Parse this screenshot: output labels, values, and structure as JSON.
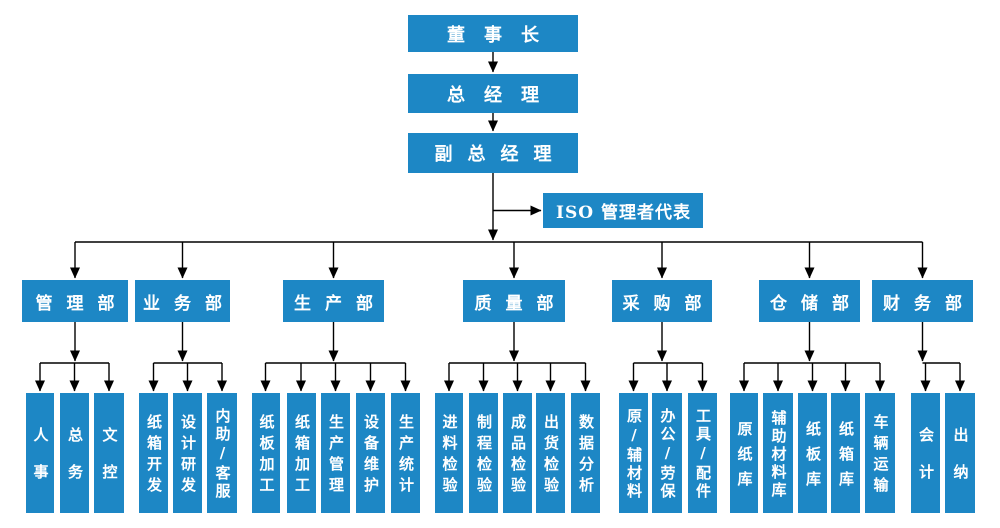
{
  "colors": {
    "node_fill": "#1d87c5",
    "node_text": "#ffffff",
    "connector": "#000000"
  },
  "hierarchy": {
    "chairman": "董事长",
    "general_manager": "总经理",
    "deputy_general_manager": "副总经理",
    "iso_representative": "ISO 管理者代表"
  },
  "departments": [
    {
      "label": "管理部",
      "subs": [
        "人事",
        "总务",
        "文控"
      ]
    },
    {
      "label": "业务部",
      "subs": [
        "纸箱开发",
        "设计研发",
        "内助/客服"
      ]
    },
    {
      "label": "生产部",
      "subs": [
        "纸板加工",
        "纸箱加工",
        "生产管理",
        "设备维护",
        "生产统计"
      ]
    },
    {
      "label": "质量部",
      "subs": [
        "进料检验",
        "制程检验",
        "成品检验",
        "出货检验",
        "数据分析"
      ]
    },
    {
      "label": "采购部",
      "subs": [
        "原/辅材料",
        "办公/劳保",
        "工具/配件"
      ]
    },
    {
      "label": "仓储部",
      "subs": [
        "原纸库",
        "辅助材料库",
        "纸板库",
        "纸箱库",
        "车辆运输"
      ]
    },
    {
      "label": "财务部",
      "subs": [
        "会计",
        "出纳"
      ]
    }
  ]
}
